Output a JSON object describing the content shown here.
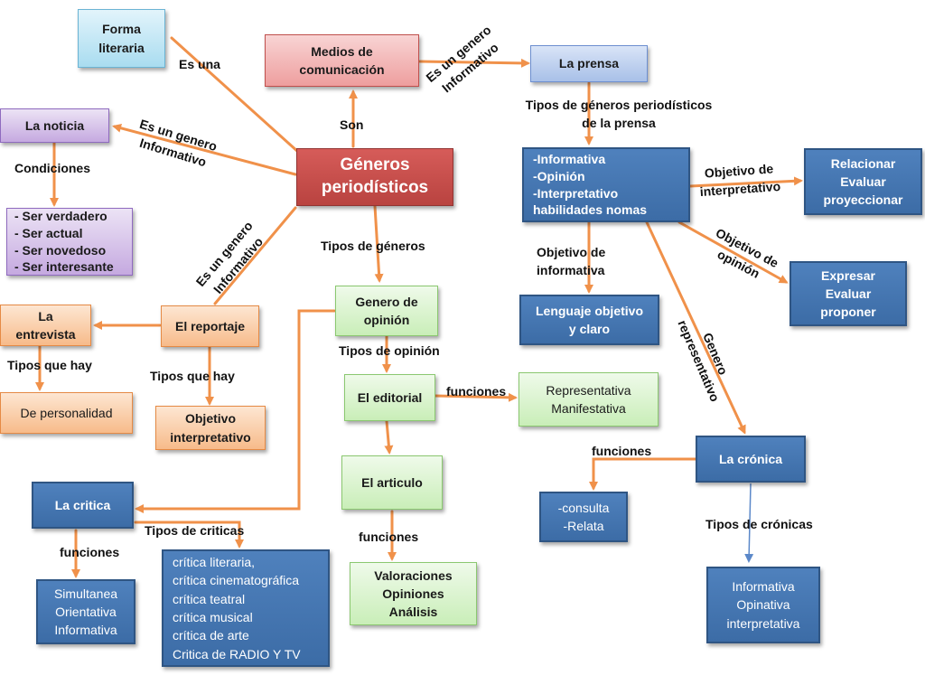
{
  "nodes": {
    "forma_literaria": "Forma\nliteraria",
    "medios": "Medios de\ncomunicación",
    "la_prensa": "La prensa",
    "la_noticia": "La noticia",
    "generos": "Géneros\nperiodísticos",
    "condiciones": "- Ser verdadero\n- Ser actual\n- Ser novedoso\n- Ser interesante",
    "prensa_tipos": "-Informativa\n-Opinión\n-Interpretativo\nhabilidades nomas",
    "relacionar": "Relacionar\nEvaluar\nproyeccionar",
    "expresar": "Expresar\nEvaluar\nproponer",
    "lenguaje": "Lenguaje objetivo\ny claro",
    "la_entrevista": "La\nentrevista",
    "el_reportaje": "El reportaje",
    "genero_opinion": "Genero de\nopinión",
    "de_personalidad": "De personalidad",
    "objetivo_interpretativo": "Objetivo\ninterpretativo",
    "el_editorial": "El editorial",
    "representativa": "Representativa\nManifestativa",
    "la_cronica": "La crónica",
    "el_articulo": "El articulo",
    "la_critica": "La critica",
    "consulta": "-consulta\n-Relata",
    "simultanea": "Simultanea\nOrientativa\nInformativa",
    "criticas_lista": "crítica literaria,\ncrítica cinematográfica\ncrítica teatral\ncrítica musical\ncrítica de arte\nCritica de RADIO Y TV",
    "valoraciones": "Valoraciones\nOpiniones\nAnálisis",
    "informativa_opinativa": "Informativa\nOpinativa\ninterpretativa"
  },
  "labels": {
    "es_una": "Es una",
    "son": "Son",
    "es_genero_inf_top": "Es un genero\nInformativo",
    "es_genero_inf_left": "Es un genero\nInformativo",
    "es_genero_inf_mid": "Es un genero\nInformativo",
    "condiciones": "Condiciones",
    "tipos_prensa": "Tipos de géneros periodísticos\nde la prensa",
    "objetivo_interpretativo": "Objetivo de\ninterpretativo",
    "objetivo_opinion": "Objetivo de\nopinión",
    "objetivo_informativa": "Objetivo de\ninformativa",
    "tipos_generos": "Tipos de géneros",
    "genero_representativo": "Genero\nrepresentativo",
    "tipos_que_hay_1": "Tipos que hay",
    "tipos_que_hay_2": "Tipos que hay",
    "tipos_opinion": "Tipos de opinión",
    "funciones_editorial": "funciones",
    "funciones_cronica": "funciones",
    "tipos_criticas": "Tipos de criticas",
    "funciones_critica": "funciones",
    "funciones_articulo": "funciones",
    "tipos_cronicas": "Tipos de crónicas"
  },
  "colors": {
    "edge": "#f0914a",
    "edge_blue": "#5b88c9"
  }
}
